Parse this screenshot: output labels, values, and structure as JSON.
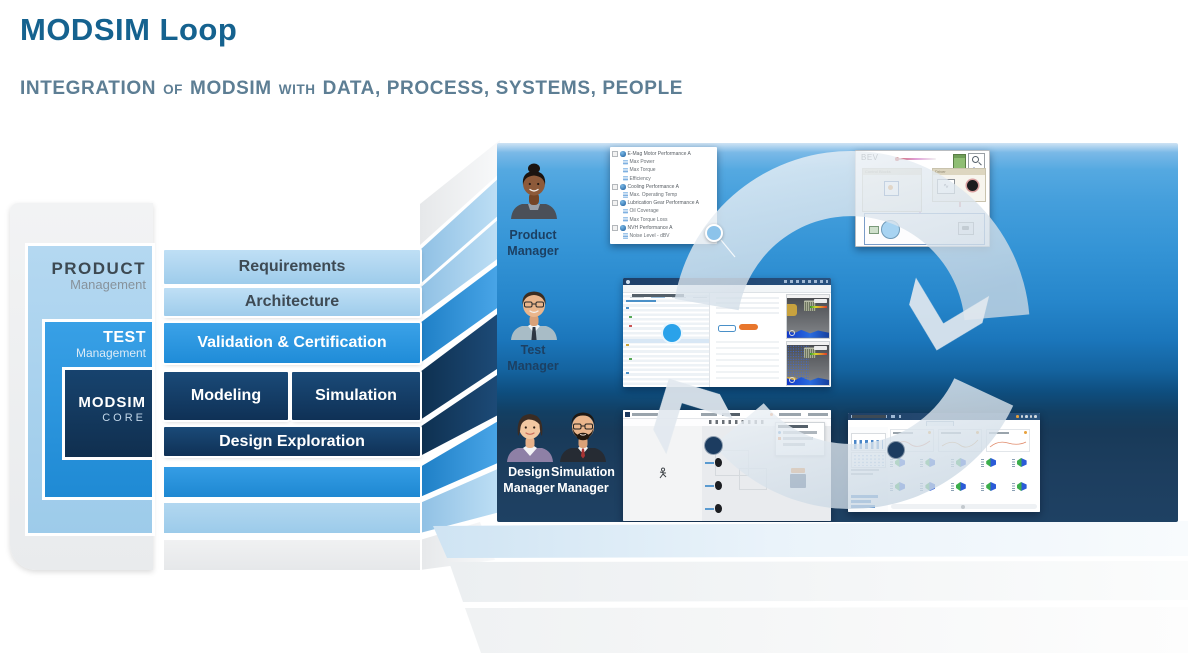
{
  "header": {
    "title": "MODSIM Loop",
    "subtitle": {
      "p1": "INTEGRATION",
      "p2": "OF",
      "p3": "MODSIM",
      "p4": "WITH",
      "p5": "DATA, PROCESS, SYSTEMS, PEOPLE"
    }
  },
  "stack": {
    "frames": {
      "product": {
        "label": "PRODUCT",
        "sublabel": "Management"
      },
      "test": {
        "label": "TEST",
        "sublabel": "Management"
      },
      "modsim": {
        "label": "MODSIM",
        "sublabel": "CORE"
      }
    },
    "rows": {
      "requirements": "Requirements",
      "architecture": "Architecture",
      "validation": "Validation & Certification",
      "modeling": "Modeling",
      "simulation": "Simulation",
      "design_exploration": "Design Exploration"
    }
  },
  "panel": {
    "personas": [
      {
        "line1": "Product",
        "line2": "Manager"
      },
      {
        "line1": "Test",
        "line2": "Manager"
      },
      {
        "line1": "Design",
        "line2": "Manager"
      },
      {
        "line1": "Simulation",
        "line2": "Manager"
      }
    ],
    "requirements_tree": {
      "items": [
        {
          "label": "E-Mag Motor Performance  A",
          "kind": "group"
        },
        {
          "label": "Max Power",
          "kind": "req"
        },
        {
          "label": "Max Torque",
          "kind": "req"
        },
        {
          "label": "Efficiency",
          "kind": "req"
        },
        {
          "label": "Cooling Performance  A",
          "kind": "group"
        },
        {
          "label": "Max. Operating Temp",
          "kind": "req"
        },
        {
          "label": "Lubrication Gear Performance  A",
          "kind": "group"
        },
        {
          "label": "Oil Coverage",
          "kind": "req"
        },
        {
          "label": "Max Torque Loss",
          "kind": "req"
        },
        {
          "label": "NVH Performance  A",
          "kind": "group"
        },
        {
          "label": "Noise Level - dBV",
          "kind": "req"
        }
      ]
    },
    "bev": {
      "title": "BEV",
      "group1": "Control Blocks",
      "group2": "Driver"
    }
  },
  "colors": {
    "title_blue": "#15628f",
    "subtitle_gray": "#5d7e94",
    "light_blue": "#a9d2ee",
    "mid_blue": "#2796e3",
    "navy": "#143a60",
    "panel_top": "#4aa2de",
    "panel_bottom": "#1d3f61",
    "ring_gray": "#dfe7ee",
    "accent_orange": "#e8762c",
    "callout_dots": [
      {
        "target": "requirements-screenshot",
        "color": "#8cc3ea"
      },
      {
        "target": "test-screenshot",
        "color": "#2aa2ea"
      },
      {
        "target": "cad-screenshot",
        "color": "#1c3c60"
      },
      {
        "target": "doe-screenshot",
        "color": "#1c3c60"
      }
    ]
  }
}
